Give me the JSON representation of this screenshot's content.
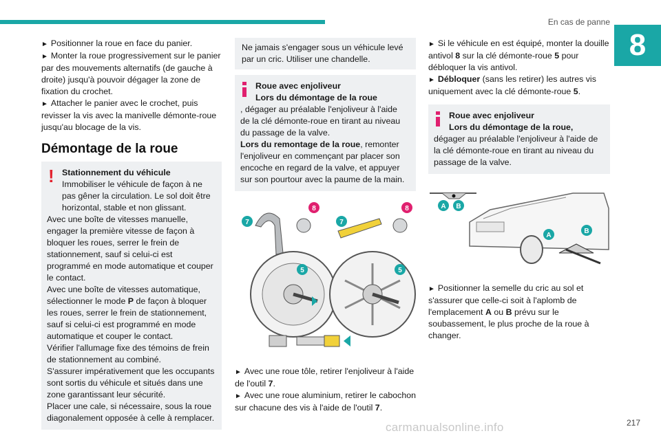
{
  "header": {
    "section_title": "En cas de panne",
    "chapter": "8",
    "page_number": "217",
    "accent_color": "#1aa7a6"
  },
  "col1": {
    "steps": [
      "Positionner la roue en face du panier.",
      "Monter la roue progressivement sur le panier par des mouvements alternatifs (de gauche à droite) jusqu'à pouvoir dégager la zone de fixation du crochet.",
      "Attacher le panier avec le crochet, puis revisser la vis avec la manivelle démonte-roue jusqu'au blocage de la vis."
    ],
    "heading": "Démontage de la roue",
    "warning": {
      "title": "Stationnement du véhicule",
      "line1": "Immobiliser le véhicule de façon à ne pas gêner la circulation. Le sol doit être horizontal, stable et non glissant.",
      "line2": "Avec une boîte de vitesses manuelle, engager la première vitesse de façon à bloquer les roues, serrer le frein de stationnement, sauf si celui-ci est programmé en mode automatique et couper le contact.",
      "line3_a": "Avec une boîte de vitesses automatique, sélectionner le mode ",
      "line3_b": "P",
      "line3_c": " de façon à bloquer les roues, serrer le frein de stationnement, sauf si celui-ci est programmé en mode automatique et couper le contact.",
      "line4": "Vérifier l'allumage fixe des témoins de frein de stationnement au combiné.",
      "line5": "S'assurer impérativement que les occupants sont sortis du véhicule et situés dans une zone garantissant leur sécurité.",
      "line6": "Placer une cale, si nécessaire, sous la roue diagonalement opposée à celle à remplacer."
    }
  },
  "col2": {
    "note1": "Ne jamais s'engager sous un véhicule levé par un cric. Utiliser une chandelle.",
    "note2": {
      "title": "Roue avec enjoliveur",
      "sub1_label": "Lors du démontage de la roue",
      "sub1_text": ", dégager au préalable l'enjoliveur à l'aide de la clé démonte-roue en tirant au niveau du passage de la valve.",
      "sub2_label": "Lors du remontage de la roue",
      "sub2_text": ", remonter l'enjoliveur en commençant par placer son encoche en regard de la valve, et appuyer sur son pourtour avec la paume de la main."
    },
    "figure_labels": {
      "n7": "7",
      "n8": "8",
      "n5": "5"
    },
    "step1_a": "Avec une roue tôle, retirer l'enjoliveur à l'aide de l'outil ",
    "step1_b": "7",
    "step1_c": ".",
    "step2_a": "Avec une roue aluminium, retirer le cabochon sur chacune des vis à l'aide de l'outil ",
    "step2_b": "7",
    "step2_c": "."
  },
  "col3": {
    "step1_a": "Si le véhicule en est équipé, monter la douille antivol ",
    "step1_b": "8",
    "step1_c": " sur la clé démonte-roue ",
    "step1_d": "5",
    "step1_e": " pour débloquer la vis antivol.",
    "step2_a": "Débloquer",
    "step2_b": " (sans les retirer) les autres vis uniquement avec la clé démonte-roue ",
    "step2_c": "5",
    "step2_d": ".",
    "note": {
      "title": "Roue avec enjoliveur",
      "sub_label": "Lors du démontage de la roue,",
      "sub_text": " dégager au préalable l'enjoliveur à l'aide de la clé démonte-roue en tirant au niveau du passage de la valve."
    },
    "figure_labels": {
      "a": "A",
      "b": "B"
    },
    "step3_a": "Positionner la semelle du cric au sol et s'assurer que celle-ci soit à l'aplomb de l'emplacement ",
    "step3_b": "A",
    "step3_c": " ou ",
    "step3_d": "B",
    "step3_e": " prévu sur le soubassement, le plus proche de la roue à changer."
  },
  "watermark": "carmanualsonline.info"
}
